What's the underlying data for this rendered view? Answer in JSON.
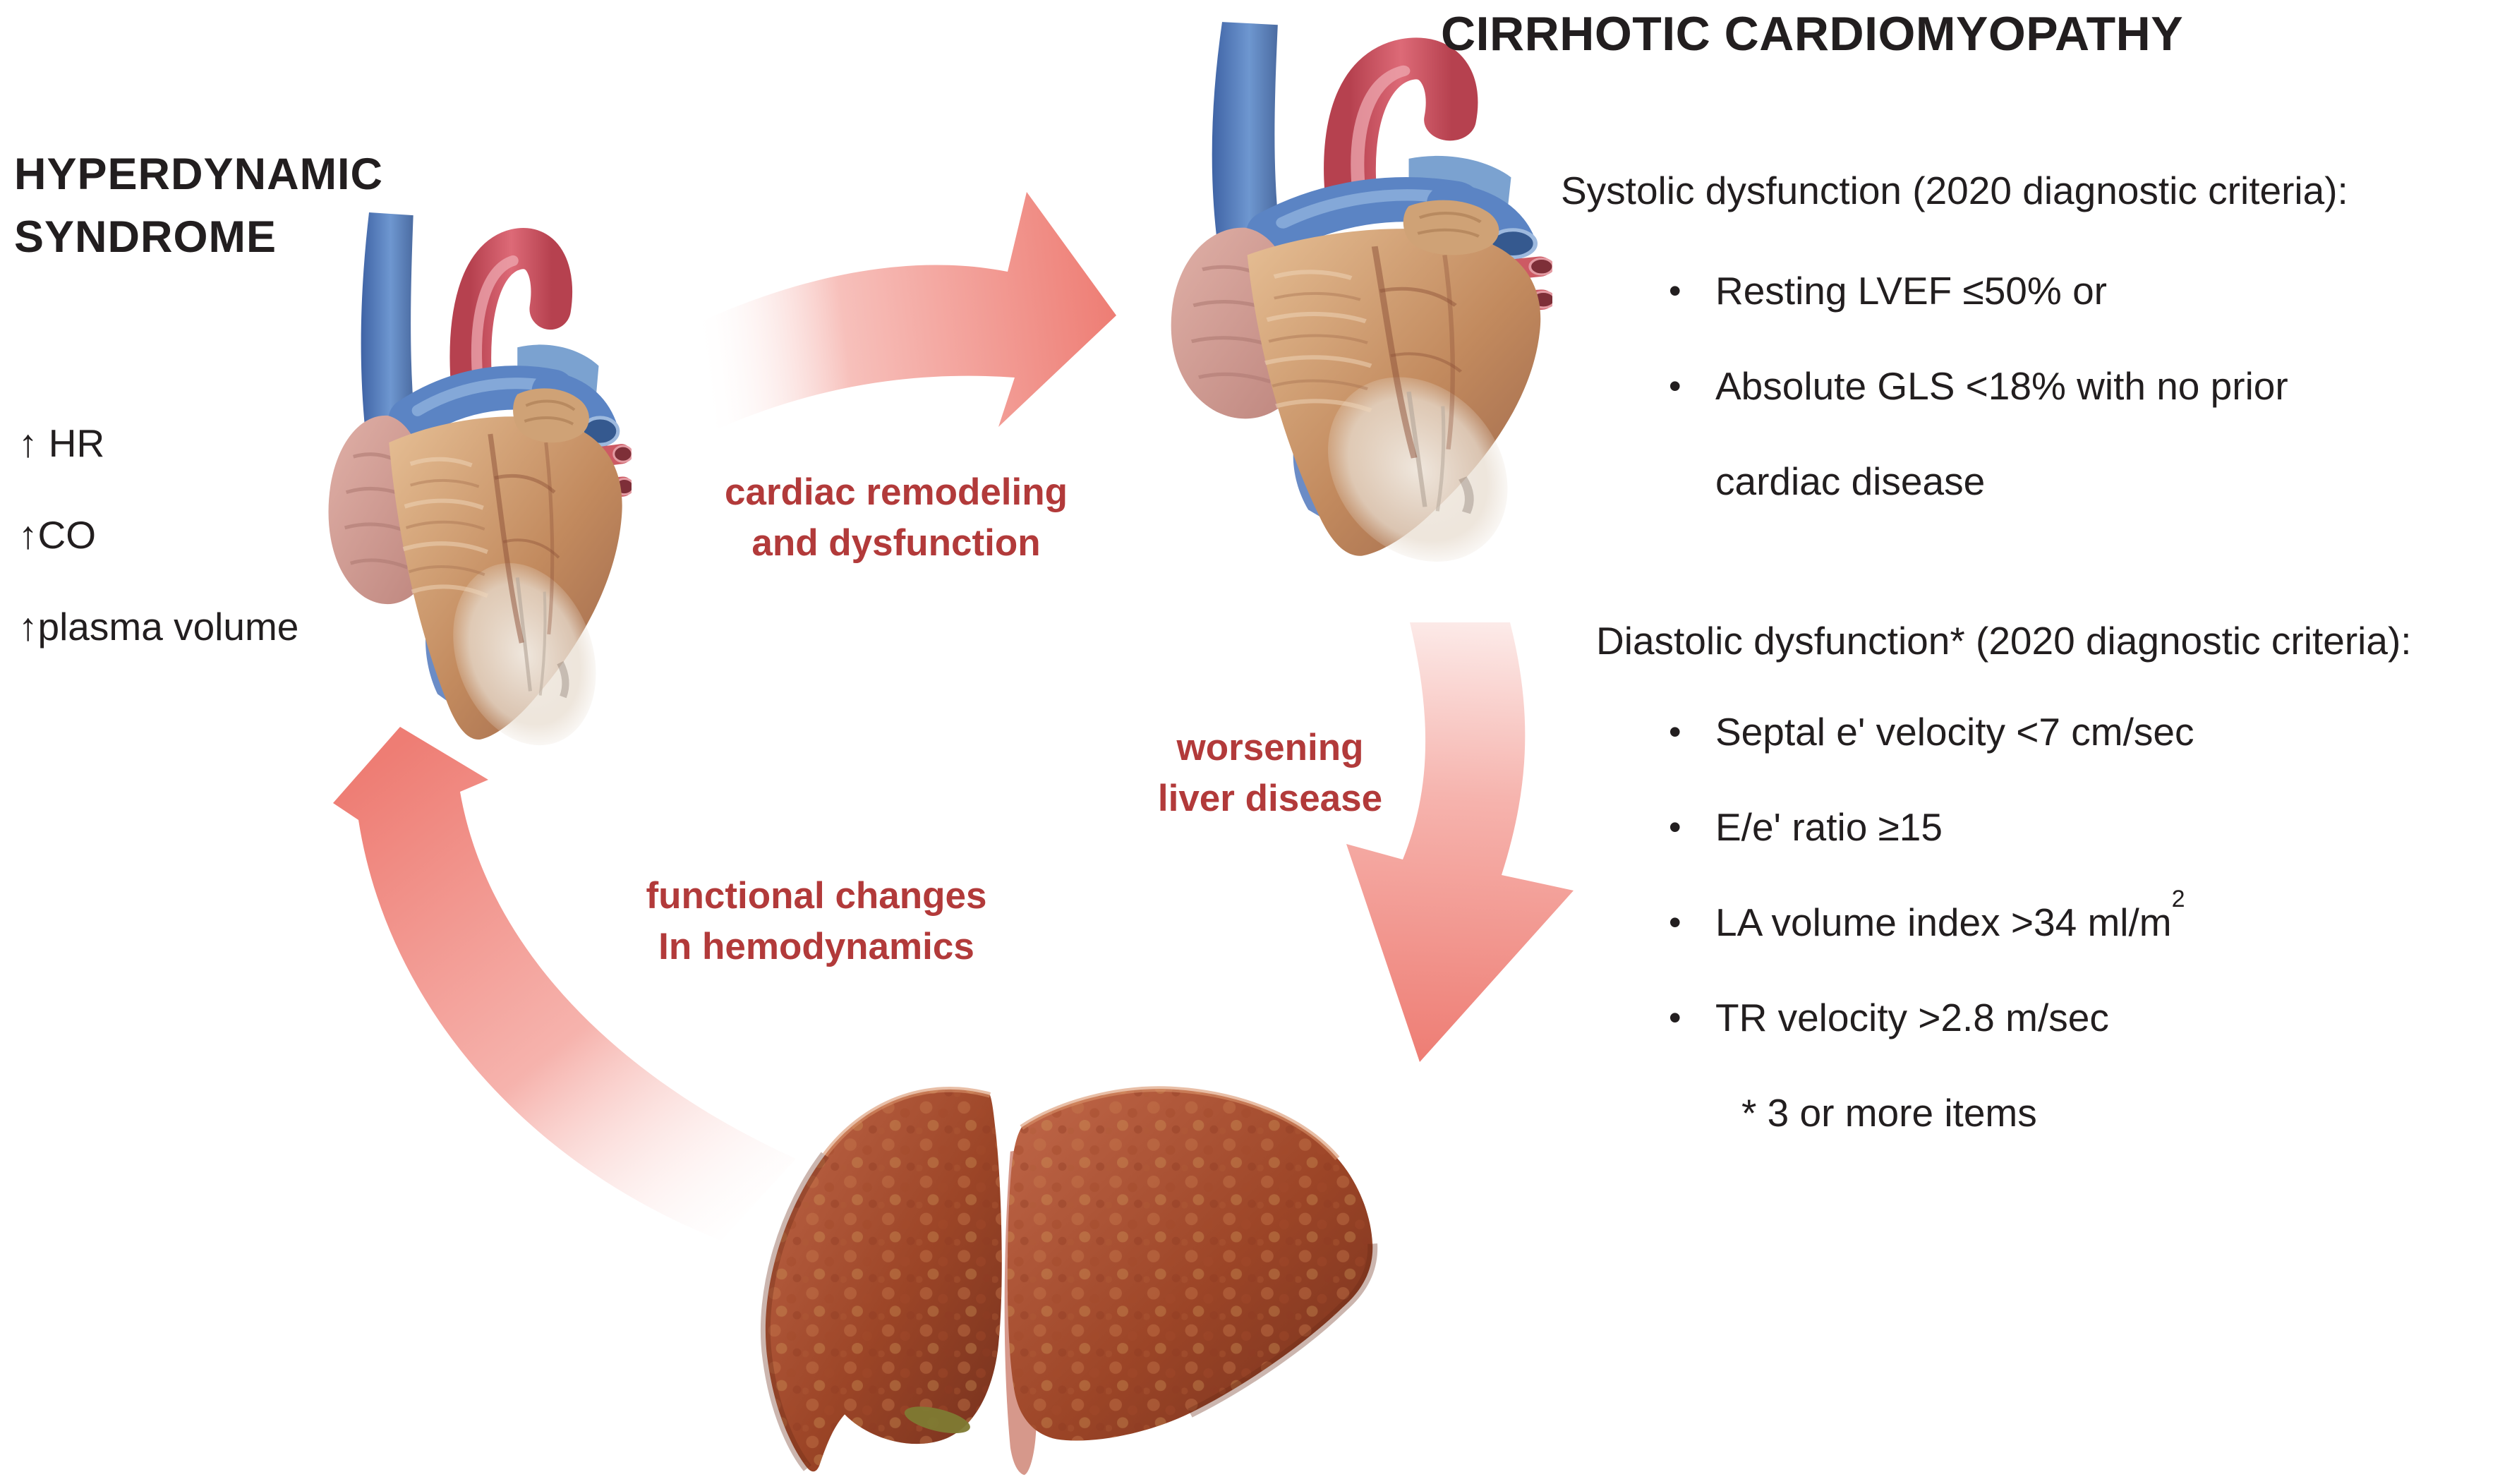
{
  "glyphs": {
    "bullet": "•"
  },
  "colors": {
    "label_red": "#b23a3a",
    "text_black": "#221e1f",
    "arrow_salmon": "#ee7d74"
  },
  "left_panel": {
    "title_line1": "HYPERDYNAMIC",
    "title_line2": "SYNDROME",
    "findings": [
      "↑ HR",
      "↑CO",
      "↑plasma volume"
    ]
  },
  "cycle": {
    "cardiac_label_line1": "cardiac remodeling",
    "cardiac_label_line2": "and dysfunction",
    "worsening_label_line1": "worsening",
    "worsening_label_line2": "liver disease",
    "functional_label_line1": "functional changes",
    "functional_label_line2": "In hemodynamics"
  },
  "right_panel": {
    "title": "CIRRHOTIC CARDIOMYOPATHY",
    "systolic": {
      "heading": "Systolic dysfunction (2020 diagnostic criteria):",
      "bullets": [
        "Resting LVEF ≤50% or",
        "Absolute GLS <18% with no prior cardiac disease"
      ]
    },
    "diastolic": {
      "heading": "Diastolic dysfunction* (2020 diagnostic criteria):",
      "bullets": [
        "Septal e' velocity <7 cm/sec",
        "E/e' ratio ≥15",
        "LA volume index >34 ml/m",
        "TR velocity >2.8 m/sec"
      ],
      "la_superscript": "2",
      "footnote": "* 3 or more items"
    }
  },
  "illustrations": {
    "left_heart": "heart-illustration",
    "right_heart": "heart-illustration",
    "liver": "cirrhotic-liver-illustration"
  }
}
